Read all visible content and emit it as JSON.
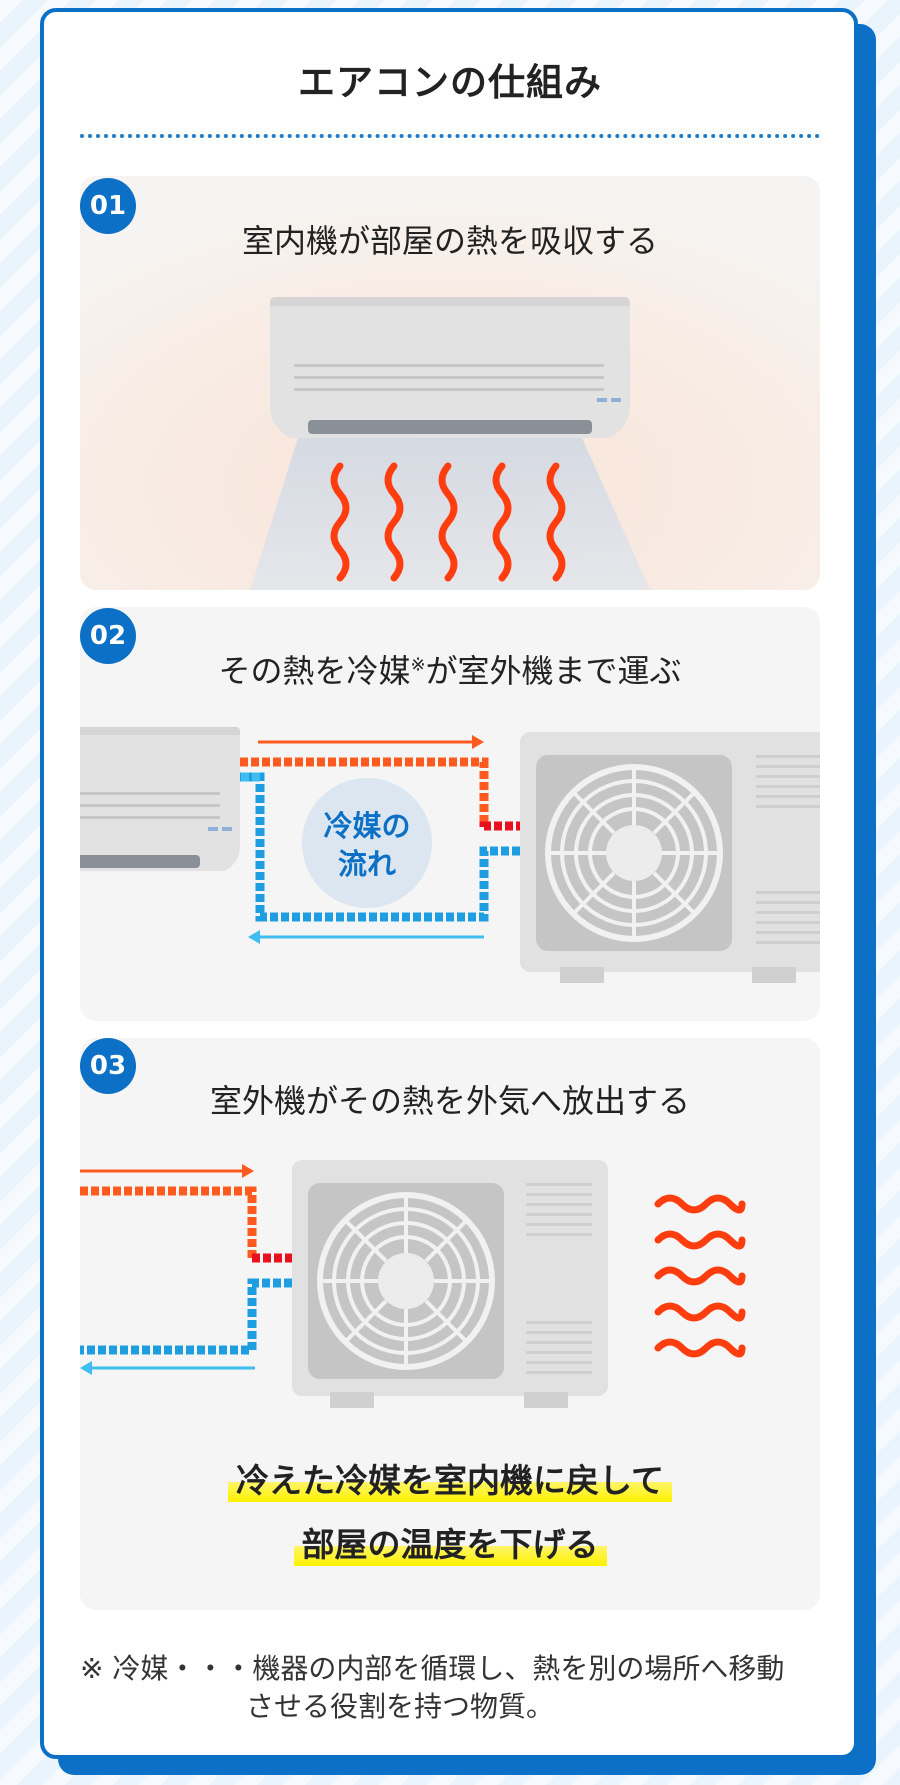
{
  "title": "エアコンの仕組み",
  "colors": {
    "brand_blue": "#0b70c6",
    "hot_orange": "#ff5a1f",
    "hot_red": "#e8101e",
    "cool_blue": "#1e9ee0",
    "cool_light": "#3fbdf0",
    "highlight": "#fff200"
  },
  "steps": [
    {
      "number": "01",
      "text": "室内機が部屋の熱を吸収する"
    },
    {
      "number": "02",
      "text": "その熱を冷媒",
      "sup": "※",
      "text_after": "が室外機まで運ぶ",
      "flow_label_1": "冷媒の",
      "flow_label_2": "流れ"
    },
    {
      "number": "03",
      "text": "室外機がその熱を外気へ放出する",
      "conclusion_1": "冷えた冷媒を室内機に戻して",
      "conclusion_2": "部屋の温度を下げる"
    }
  ],
  "note": {
    "line1": "※ 冷媒・・・機器の内部を循環し、熱を別の場所へ移動",
    "line2": "させる役割を持つ物質。"
  },
  "icons": [
    "indoor-unit-icon",
    "outdoor-unit-icon",
    "heat-wave-icon",
    "fan-icon",
    "flow-arrow-icon"
  ]
}
